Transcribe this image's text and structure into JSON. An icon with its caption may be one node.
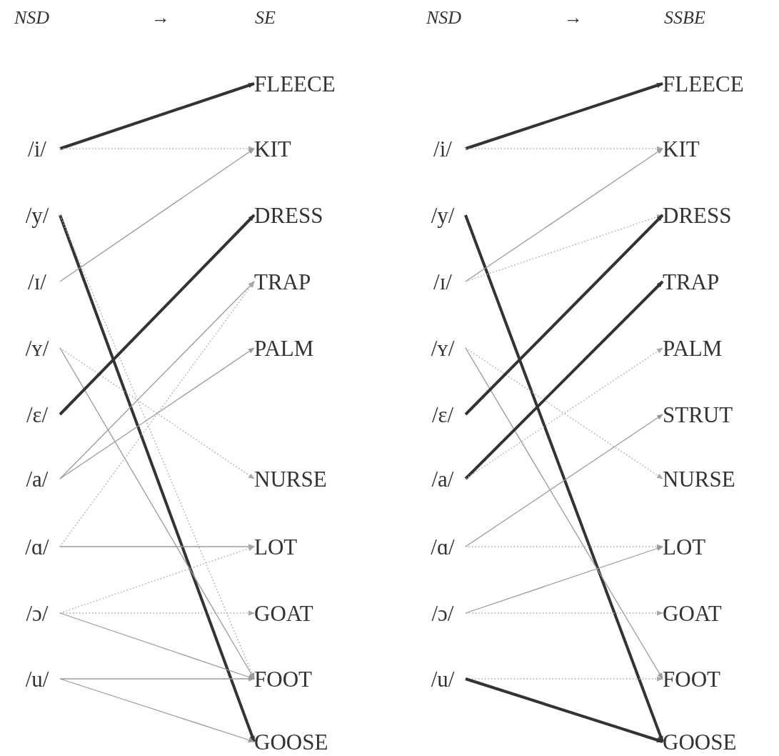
{
  "diagram": {
    "nodes": [
      {
        "text": [
          "/i/"
        ]
      },
      {
        "text": [
          "/y/"
        ]
      },
      {
        "text": [
          "/ɪ/"
        ]
      },
      {
        "text": [
          "/ʏ/"
        ]
      },
      {
        "text": [
          "/ɛ/"
        ]
      },
      {
        "text": [
          "/a/"
        ]
      },
      {
        "text": [
          "/ɑ/"
        ]
      },
      {
        "text": [
          "/ɔ/"
        ]
      },
      {
        "text": [
          "/u/"
        ]
      },
      {
        "text": [
          "FLEECE"
        ]
      },
      {
        "text": [
          "KIT"
        ]
      },
      {
        "text": [
          "DRESS"
        ]
      },
      {
        "text": [
          "TRAP"
        ]
      },
      {
        "text": [
          "PALM"
        ]
      },
      {
        "text": [
          "NURSE"
        ]
      },
      {
        "text": [
          "LOT"
        ]
      },
      {
        "text": [
          "GOAT"
        ]
      },
      {
        "text": [
          "FOOT"
        ]
      },
      {
        "text": [
          "GOOSE"
        ]
      },
      {
        "text": [
          "/i/"
        ]
      },
      {
        "text": [
          "/y/"
        ]
      },
      {
        "text": [
          "/ɪ/"
        ]
      },
      {
        "text": [
          "/ʏ/"
        ]
      },
      {
        "text": [
          "/ɛ/"
        ]
      },
      {
        "text": [
          "/a/"
        ]
      },
      {
        "text": [
          "/ɑ/"
        ]
      },
      {
        "text": [
          "/ɔ/"
        ]
      },
      {
        "text": [
          "/u/"
        ]
      },
      {
        "text": [
          "FLEECE"
        ]
      },
      {
        "text": [
          "KIT"
        ]
      },
      {
        "text": [
          "DRESS"
        ]
      },
      {
        "text": [
          "TRAP"
        ]
      },
      {
        "text": [
          "PALM"
        ]
      },
      {
        "text": [
          "STRUT"
        ]
      },
      {
        "text": [
          "NURSE"
        ]
      },
      {
        "text": [
          "LOT"
        ]
      },
      {
        "text": [
          "GOAT"
        ]
      },
      {
        "text": [
          "FOOT"
        ]
      },
      {
        "text": [
          "GOOSE"
        ]
      }
    ],
    "edges": [
      {
        "from": 0,
        "to": 9,
        "arrow": "to",
        "style": "thick",
        "color": "#333333"
      },
      {
        "from": 0,
        "to": 10,
        "arrow": "to",
        "style": "dashed"
      },
      {
        "from": 1,
        "to": 18,
        "arrow": "to",
        "style": "thick",
        "color": "#333333"
      },
      {
        "from": 1,
        "to": 17,
        "arrow": "to",
        "style": "dashed"
      },
      {
        "from": 2,
        "to": 10,
        "arrow": "to"
      },
      {
        "from": 3,
        "to": 14,
        "arrow": "to",
        "style": "dashed"
      },
      {
        "from": 3,
        "to": 17,
        "arrow": "to"
      },
      {
        "from": 4,
        "to": 11,
        "arrow": "to",
        "style": "thick",
        "color": "#333333"
      },
      {
        "from": 5,
        "to": 12,
        "arrow": "to"
      },
      {
        "from": 5,
        "to": 13,
        "arrow": "to"
      },
      {
        "from": 6,
        "to": 12,
        "arrow": "to",
        "style": "dashed"
      },
      {
        "from": 6,
        "to": 15,
        "arrow": "to"
      },
      {
        "from": 7,
        "to": 15,
        "arrow": "to",
        "style": "dashed"
      },
      {
        "from": 7,
        "to": 16,
        "arrow": "to",
        "style": "dashed"
      },
      {
        "from": 7,
        "to": 17,
        "arrow": "to"
      },
      {
        "from": 8,
        "to": 17,
        "arrow": "to"
      },
      {
        "from": 8,
        "to": 18,
        "arrow": "to"
      },
      {
        "from": 19,
        "to": 28,
        "arrow": "to",
        "style": "thick",
        "color": "#333333"
      },
      {
        "from": 19,
        "to": 29,
        "arrow": "to",
        "style": "dashed"
      },
      {
        "from": 20,
        "to": 38,
        "arrow": "to",
        "style": "thick",
        "color": "#333333"
      },
      {
        "from": 21,
        "to": 29,
        "arrow": "to"
      },
      {
        "from": 21,
        "to": 30,
        "arrow": "to",
        "style": "dashed"
      },
      {
        "from": 22,
        "to": 34,
        "arrow": "to",
        "style": "dashed"
      },
      {
        "from": 22,
        "to": 37,
        "arrow": "to"
      },
      {
        "from": 23,
        "to": 30,
        "arrow": "to",
        "style": "thick",
        "color": "#333333"
      },
      {
        "from": 24,
        "to": 31,
        "arrow": "to",
        "style": "thick",
        "color": "#333333"
      },
      {
        "from": 24,
        "to": 32,
        "arrow": "to",
        "style": "dashed"
      },
      {
        "from": 25,
        "to": 33,
        "arrow": "to"
      },
      {
        "from": 25,
        "to": 35,
        "arrow": "to",
        "style": "dashed"
      },
      {
        "from": 26,
        "to": 35,
        "arrow": "to"
      },
      {
        "from": 26,
        "to": 36,
        "arrow": "to",
        "style": "dashed"
      },
      {
        "from": 27,
        "to": 37,
        "arrow": "to",
        "style": "dashed"
      },
      {
        "from": 27,
        "to": 38,
        "arrow": "to",
        "style": "thick",
        "color": "#333333"
      }
    ],
    "labels": [
      "NSD",
      "→",
      "SE",
      "NSD",
      "→",
      "SSBE"
    ]
  }
}
